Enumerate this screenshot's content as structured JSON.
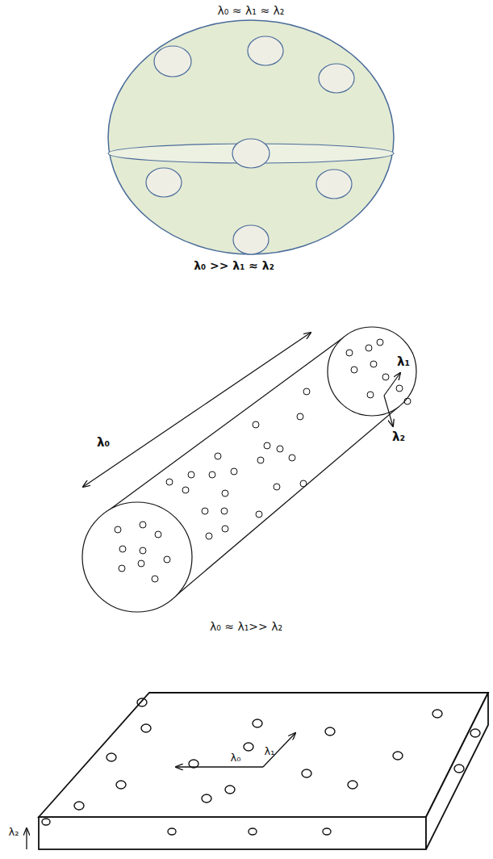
{
  "diagram": {
    "labels": [
      "λ₀ ≈ λ₁ ≈ λ₂",
      "λ₀ >> λ₁ ≈ λ₂",
      "λ₀",
      "λ₁",
      "λ₂",
      "λ₀ ≈ λ₁>> λ₂",
      "λ₁",
      "λ₀",
      "λ₂"
    ]
  }
}
